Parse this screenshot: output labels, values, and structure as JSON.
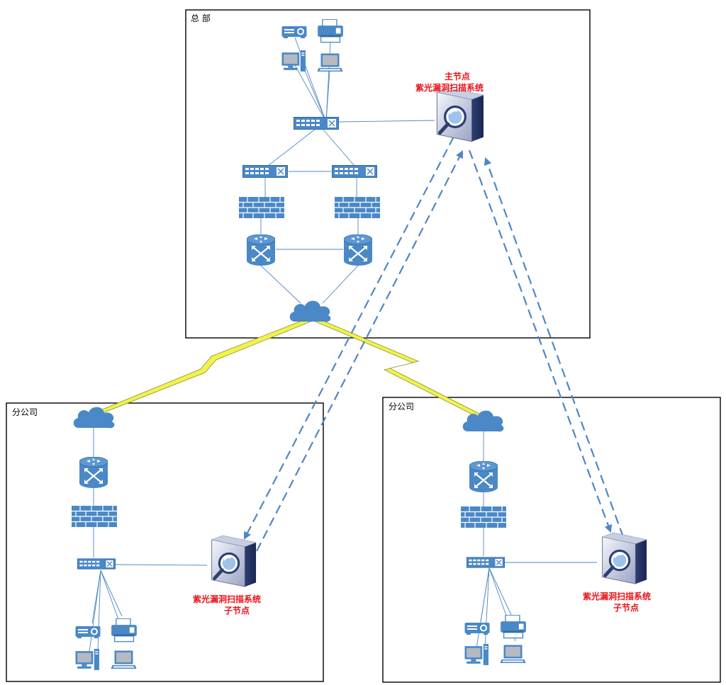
{
  "colors": {
    "device_blue": "#4a88c7",
    "link_blue": "#4f87c2",
    "wan_bolt": "#f2f24a",
    "label_red": "#e8141b",
    "box_border": "#000000"
  },
  "regions": {
    "headquarters": {
      "label": "总 部"
    },
    "branch_left": {
      "label": "分公司"
    },
    "branch_right": {
      "label": "分公司"
    }
  },
  "labels": {
    "main_node_line1": "主节点",
    "main_node_line2": "紫光漏洞扫描系统",
    "sub_left_line1": "紫光漏洞扫描系统",
    "sub_left_line2": "子节点",
    "sub_right_line1": "紫光漏洞扫描系统",
    "sub_right_line2": "子节点"
  },
  "icons": {
    "projector": "projector-icon",
    "fax": "fax-icon",
    "pc": "pc-icon",
    "laptop": "laptop-icon",
    "switch": "switch-icon",
    "firewall": "firewall-icon",
    "router": "router-icon",
    "cloud": "cloud-icon",
    "scanner": "scanner-icon",
    "wan": "lightning-link-icon"
  }
}
